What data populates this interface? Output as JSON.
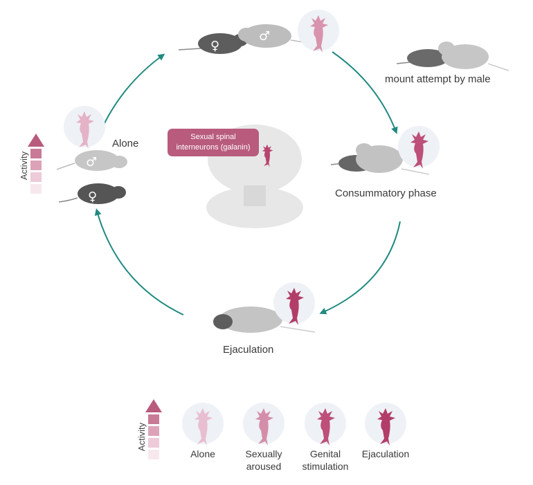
{
  "labels": {
    "alone": "Alone",
    "mount_attempt": "mount attempt by male",
    "consummatory": "Consummatory phase",
    "ejaculation": "Ejaculation",
    "badge_line1": "Sexual spinal",
    "badge_line2": "interneurons (galanin)",
    "activity": "Activity",
    "male_symbol": "♂",
    "female_symbol": "♀"
  },
  "legend": {
    "activity": "Activity",
    "items": [
      {
        "label_line1": "Alone",
        "label_line2": "",
        "level": 0.2
      },
      {
        "label_line1": "Sexually",
        "label_line2": "aroused",
        "level": 0.45
      },
      {
        "label_line1": "Genital",
        "label_line2": "stimulation",
        "level": 0.75
      },
      {
        "label_line1": "Ejaculation",
        "label_line2": "",
        "level": 1.0
      }
    ]
  },
  "colors": {
    "arrow": "#1f8a80",
    "neuron_strong": "#b8456f",
    "neuron_light": "#e4b3c6",
    "badge": "#b85b7c",
    "mouse_dark": "#5d5d5d",
    "mouse_light": "#bdbdbd"
  }
}
